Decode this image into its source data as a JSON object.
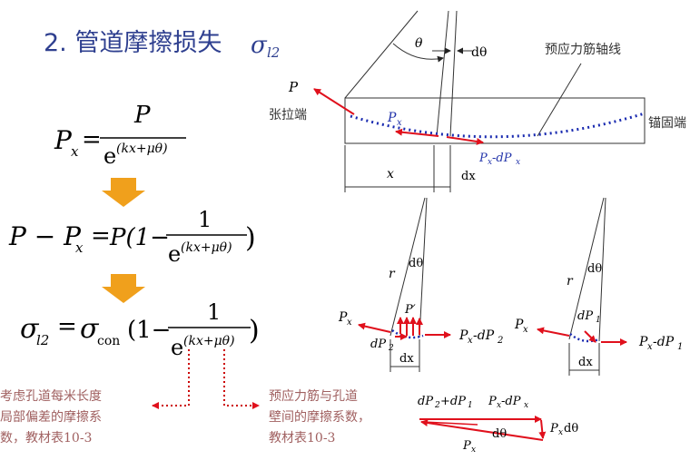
{
  "title": {
    "prefix": "2. 管道摩擦损失",
    "sigma": "σ",
    "sub": "l2"
  },
  "formulas": {
    "f1": {
      "lhs_var": "P",
      "lhs_sub": "x",
      "eq": "=",
      "num": "P",
      "den_base": "e",
      "den_exp": "(kx+μθ)"
    },
    "f2": {
      "lhs": "P − P",
      "lhs_sub": "x",
      "eq": "=",
      "rhs_pre": "P(1−",
      "num": "1",
      "den_base": "e",
      "den_exp": "(kx+μθ)",
      "close": ")"
    },
    "f3": {
      "sigma": "σ",
      "sigma_sub": "l2",
      "eq": "=",
      "sigma2": "σ",
      "sigma2_sub": "con",
      "rhs_pre": "(1−",
      "num": "1",
      "den_base": "e",
      "den_exp": "(kx+μθ)",
      "close": ")"
    }
  },
  "notes": {
    "left": [
      "考虑孔道每米长度",
      "局部偏差的摩擦系",
      "数，教材表10-3"
    ],
    "middle": [
      "预应力筋与孔道",
      "壁间的摩擦系数，",
      "教材表10-3"
    ]
  },
  "top_diagram": {
    "theta": "θ",
    "dtheta": "dθ",
    "tendon_axis": "预应力筋轴线",
    "P": "P",
    "tension_end": "张拉端",
    "anchor_end": "锚固端",
    "Px": "P",
    "Px_sub": "x",
    "Px_dPx": "P",
    "Px_dPx_sub": "x",
    "Px_dPx_mid": "-dP",
    "Px_dPx_sub2": "x",
    "x": "x",
    "dx": "dx"
  },
  "bottom_left": {
    "r": "r",
    "dtheta": "dθ",
    "Pprime": "P′",
    "Px": "P",
    "Px_sub": "x",
    "Px_dP2": "P",
    "Px_dP2_sub": "x",
    "Px_dP2_mid": "-dP",
    "Px_dP2_sub2": "2",
    "dP2": "dP",
    "dP2_sub": "2",
    "dx": "dx"
  },
  "bottom_right": {
    "r": "r",
    "dtheta": "dθ",
    "dP1": "dP",
    "dP1_sub": "1",
    "Px": "P",
    "Px_sub": "x",
    "Px_dP1": "P",
    "Px_dP1_sub": "x",
    "Px_dP1_mid": "-dP",
    "Px_dP1_sub2": "1",
    "dx": "dx"
  },
  "triangle": {
    "sum": "dP",
    "sum_sub": "2",
    "sum_mid": "+dP",
    "sum_sub2": "1",
    "pxdpx": "P",
    "pxdpx_sub": "x",
    "pxdpx_mid": "-dP",
    "pxdpx_sub2": "x",
    "dtheta": "dθ",
    "pxdtheta": "P",
    "pxdtheta_sub": "x",
    "pxdtheta_tail": "dθ",
    "px": "P",
    "px_sub": "x"
  },
  "colors": {
    "title": "#2e3f8f",
    "note": "#a06060",
    "arrow_red": "#e0101c",
    "dotted_red": "#cc0000",
    "tendon_blue": "#1a2bb0",
    "down_arrow": "#f0a01c",
    "label_blue": "#2233aa"
  }
}
